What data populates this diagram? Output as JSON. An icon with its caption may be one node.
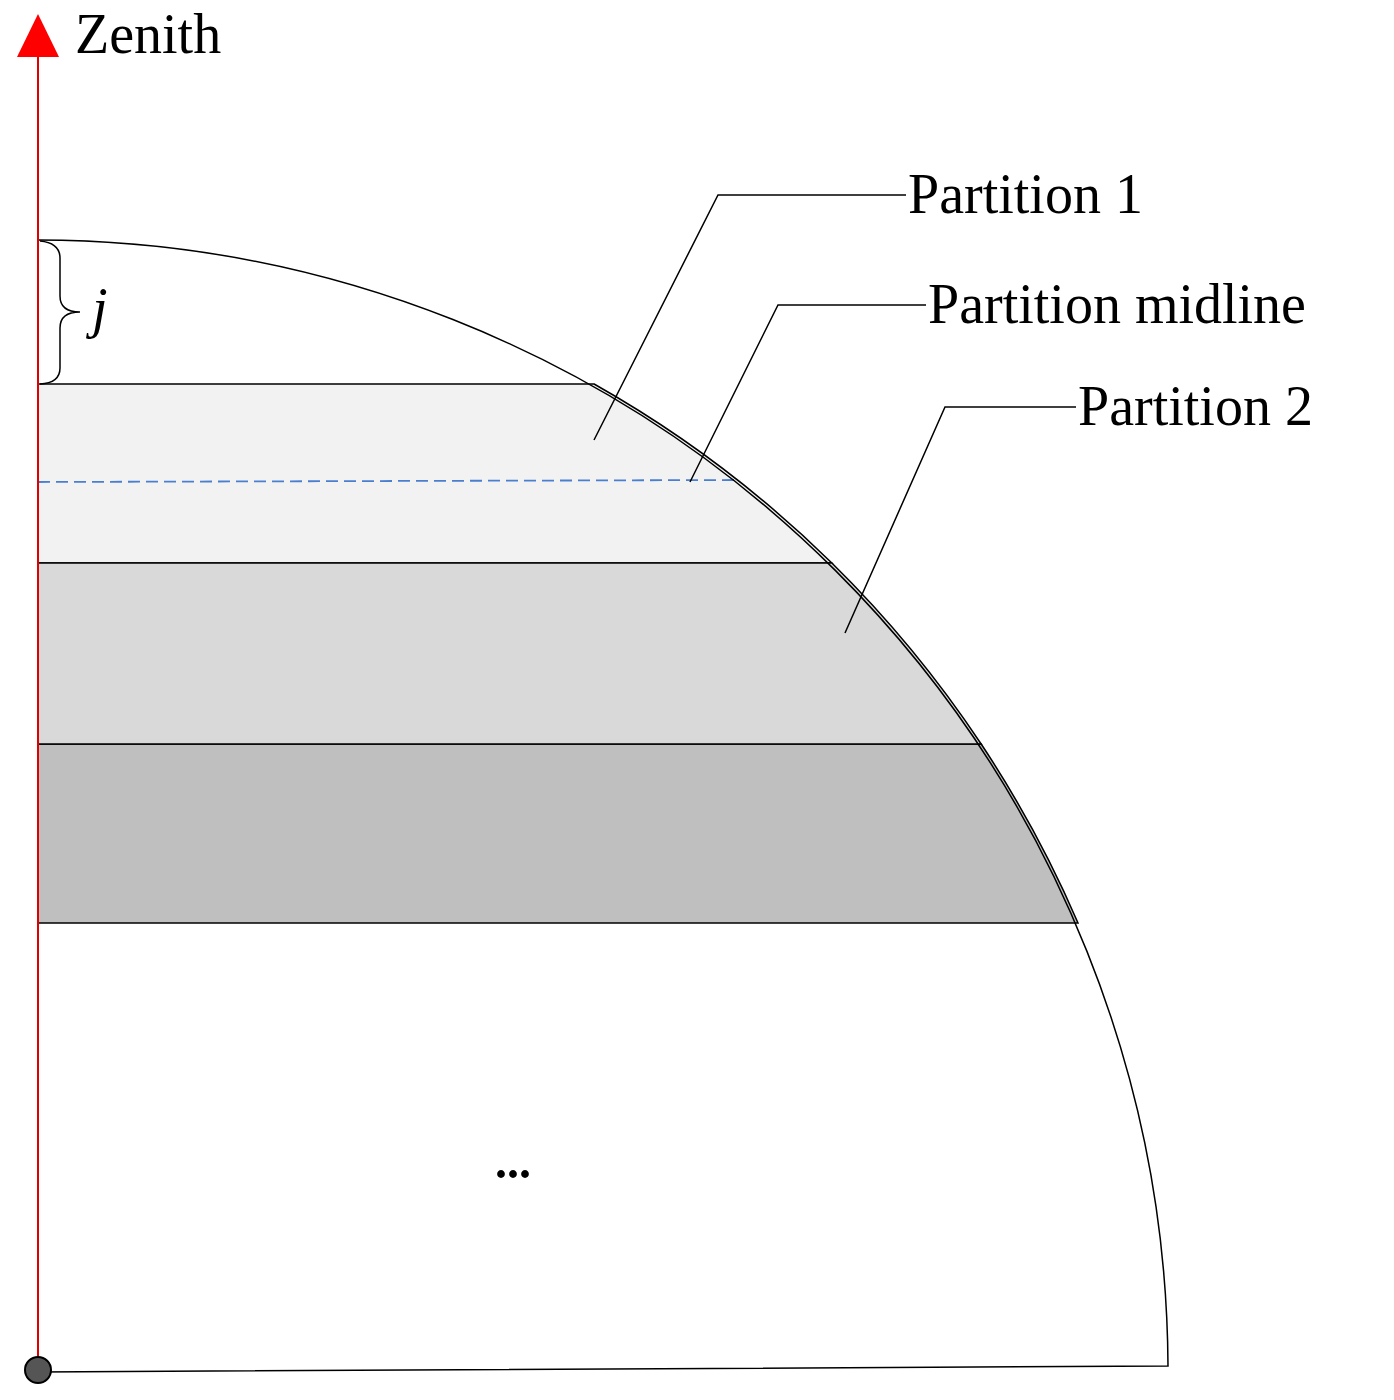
{
  "diagram": {
    "nodes": [
      {
        "text": [
          "Partition 1"
        ]
      },
      {
        "text": [
          "Partition midline"
        ]
      },
      {
        "text": [
          "Partition 2"
        ]
      },
      {
        "text": [],
        "shape": "bar"
      },
      {
        "text": [],
        "shape": "line",
        "in": 3
      },
      {
        "text": [],
        "shape": "bar"
      }
    ],
    "edges": [
      {
        "from": 0,
        "to": 3,
        "arrow": "none"
      },
      {
        "from": 1,
        "to": 4,
        "arrow": "none"
      },
      {
        "from": 2,
        "to": 5,
        "arrow": "none"
      }
    ],
    "labels": [
      "Zenith",
      "j",
      "..."
    ]
  }
}
